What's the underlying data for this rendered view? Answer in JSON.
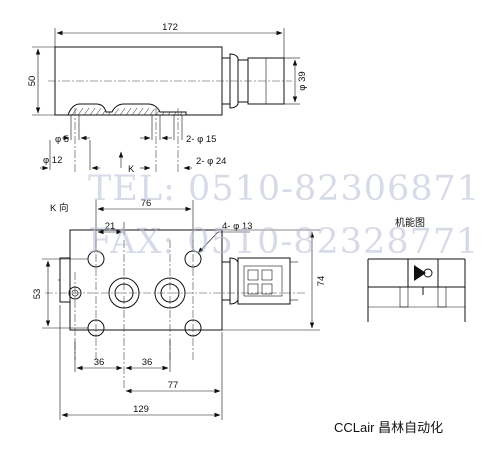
{
  "dimensions": {
    "top_length": "172",
    "top_height": "50",
    "top_dia_right": "φ 39",
    "hole_d5": "φ 5",
    "hole_2x_d15": "2- φ 15",
    "hole_d12": "φ 12",
    "hole_2x_d24": "2- φ 24",
    "bottom_76": "76",
    "bottom_21": "21",
    "bottom_4x_d13": "4- φ 13",
    "bottom_53": "53",
    "bottom_74": "74",
    "bottom_36a": "36",
    "bottom_36b": "36",
    "bottom_77": "77",
    "bottom_129": "129"
  },
  "labels": {
    "section_k": "K",
    "view_k": "K 向",
    "function_diagram": "机能图"
  },
  "watermark": {
    "tel": "TEL: 0510-82306871",
    "fax": "FAX: 0510-82328771"
  },
  "brand": "CCLair 昌林自动化"
}
